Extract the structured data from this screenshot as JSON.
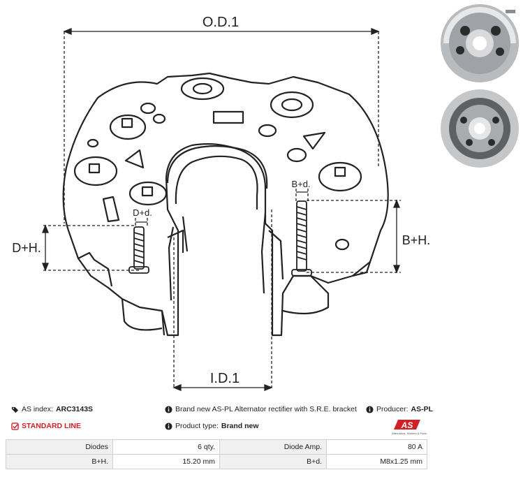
{
  "drawing": {
    "od_label": "O.D.1",
    "id_label": "I.D.1",
    "dh_label": "D+H.",
    "bh_label": "B+H.",
    "dd_label": "D+d.",
    "bd_label": "B+d."
  },
  "info": {
    "as_index_label": "AS index:",
    "as_index_value": "ARC3143S",
    "line_label": "STANDARD LINE",
    "description": "Brand new AS-PL Alternator rectifier with S.R.E. bracket",
    "producer_label": "Producer:",
    "producer_value": "AS-PL",
    "product_type_label": "Product type:",
    "product_type_value": "Brand new",
    "logo_text": "AS",
    "logo_tagline": "Alternators, Starters & Parts"
  },
  "specs": [
    {
      "k1": "Diodes",
      "v1": "6 qty.",
      "k2": "Diode Amp.",
      "v2": "80 A"
    },
    {
      "k1": "B+H.",
      "v1": "15.20 mm",
      "k2": "B+d.",
      "v2": "M8x1.25 mm"
    }
  ],
  "colors": {
    "accent": "#d32027",
    "line": "#222222",
    "table_key_bg": "#f0f0f0"
  }
}
